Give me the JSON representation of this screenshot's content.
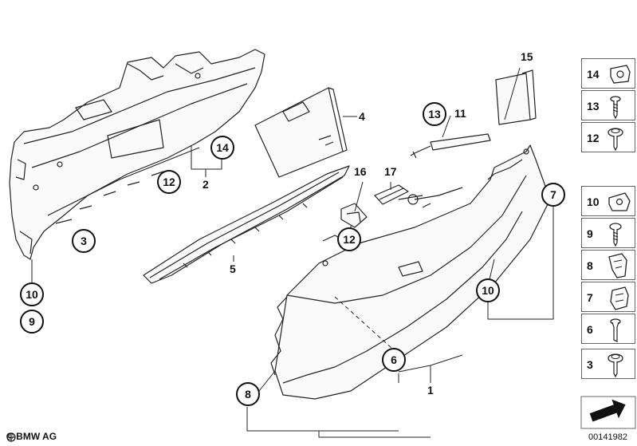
{
  "callouts": {
    "c1": "1",
    "c2": "2",
    "c3": "3",
    "c4": "4",
    "c5": "5",
    "c6": "6",
    "c7": "7",
    "c8": "8",
    "c9": "9",
    "c10a": "10",
    "c10b": "10",
    "c11": "11",
    "c12a": "12",
    "c12b": "12",
    "c13": "13",
    "c14": "14",
    "c15": "15",
    "c16": "16",
    "c17": "17"
  },
  "legend": [
    {
      "num": "14",
      "icon": "clip-nut-icon"
    },
    {
      "num": "13",
      "icon": "screw-icon"
    },
    {
      "num": "12",
      "icon": "flange-screw-icon"
    },
    {
      "num": "10",
      "icon": "clip-nut-icon"
    },
    {
      "num": "9",
      "icon": "screw-icon"
    },
    {
      "num": "8",
      "icon": "expanding-clip-icon"
    },
    {
      "num": "7",
      "icon": "expanding-clip-icon"
    },
    {
      "num": "6",
      "icon": "rivet-icon"
    },
    {
      "num": "3",
      "icon": "flange-screw-icon"
    }
  ],
  "footer": {
    "copyright": "© BMW AG",
    "doc_id": "00141982"
  }
}
